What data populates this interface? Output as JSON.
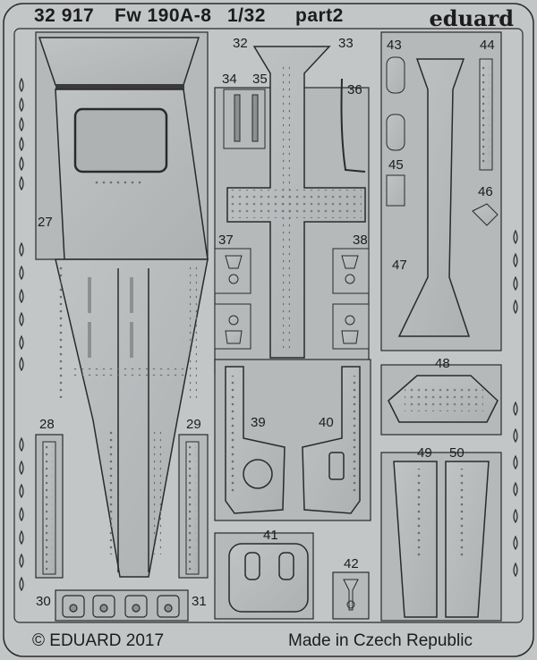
{
  "header": {
    "set_number": "32 917",
    "model": "Fw 190A-8",
    "scale": "1/32",
    "part": "part2",
    "brand": "eduard"
  },
  "part_numbers": {
    "p27": "27",
    "p28": "28",
    "p29": "29",
    "p30": "30",
    "p31": "31",
    "p32": "32",
    "p33": "33",
    "p34": "34",
    "p35": "35",
    "p36": "36",
    "p37": "37",
    "p38": "38",
    "p39": "39",
    "p40": "40",
    "p41": "41",
    "p42": "42",
    "p43": "43",
    "p44": "44",
    "p45": "45",
    "p46": "46",
    "p47": "47",
    "p48": "48",
    "p49": "49",
    "p50": "50"
  },
  "footer": {
    "copyright": "© EDUARD 2017",
    "origin": "Made in Czech Republic"
  },
  "colors": {
    "fret": "#c3c6c7",
    "part_fill": "#b5b9ba",
    "outline": "#2a2a2a",
    "text": "#1c1c1c"
  }
}
